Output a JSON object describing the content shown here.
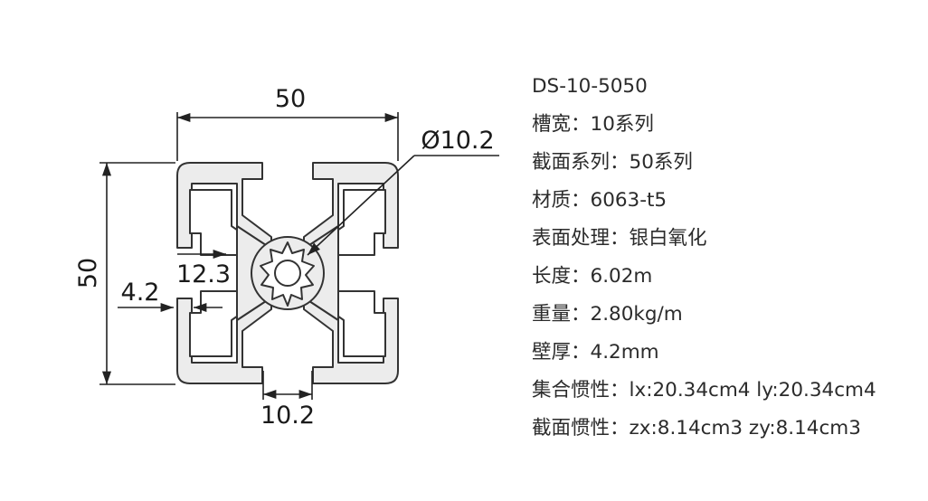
{
  "drawing": {
    "dimensions": {
      "width": "50",
      "height": "50",
      "diameter": "Ø10.2",
      "inner_depth": "12.3",
      "wall": "4.2",
      "slot": "10.2"
    }
  },
  "specs": [
    {
      "label": "DS-10-5050",
      "value": ""
    },
    {
      "label": "槽宽：",
      "value": "10系列"
    },
    {
      "label": "截面系列：",
      "value": "50系列"
    },
    {
      "label": "材质：",
      "value": "6063-t5"
    },
    {
      "label": "表面处理：",
      "value": "银白氧化"
    },
    {
      "label": "长度：",
      "value": "6.02m"
    },
    {
      "label": "重量：",
      "value": "2.80kg/m"
    },
    {
      "label": "壁厚：",
      "value": "4.2mm"
    },
    {
      "label": "集合惯性：",
      "value": "lx:20.34cm4 ly:20.34cm4"
    },
    {
      "label": "截面惯性：",
      "value": "zx:8.14cm3 zy:8.14cm3"
    }
  ]
}
